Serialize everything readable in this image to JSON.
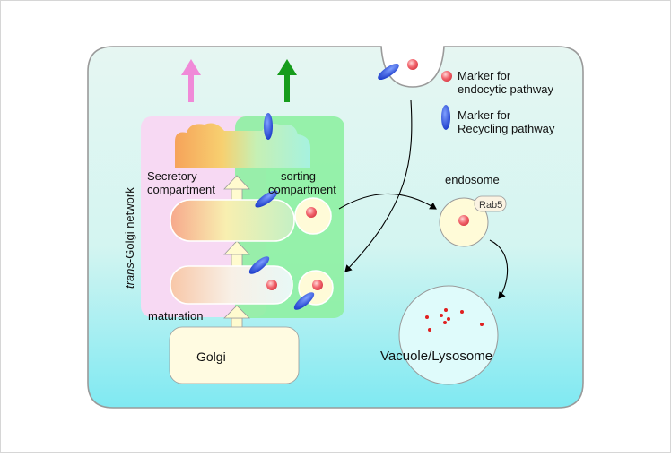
{
  "labels": {
    "golgi": "Golgi",
    "maturation": "maturation",
    "secretory_line1": "Secretory",
    "secretory_line2": "compartment",
    "sorting_line1": "sorting",
    "sorting_line2": "compartment",
    "tgn_italic": "trans",
    "tgn_rest": "-Golgi network",
    "endosome": "endosome",
    "rab5": "Rab5",
    "vacuole": "Vacuole/Lysosome"
  },
  "legend": {
    "endocytic_line1": "Marker for",
    "endocytic_line2": "endocytic pathway",
    "recycling_line1": "Marker for",
    "recycling_line2": "Recycling pathway"
  },
  "colors": {
    "cell_top": "#e6f6f2",
    "cell_bottom": "#7fe9f2",
    "cell_border": "#9a9a9a",
    "secretory_zone": "#f7d9f3",
    "sorting_zone": "#8ff0a4",
    "marker_red": "#f2666e",
    "marker_blue": "#2a55d8",
    "arrow_pink": "#f08ad8",
    "arrow_green": "#169c1c",
    "up_arrow_fill": "#fffbcf",
    "golgi_fill": "#fffbe1",
    "endosome_fill": "#fffbd8",
    "vacuole_fill": "#dffbfb"
  }
}
